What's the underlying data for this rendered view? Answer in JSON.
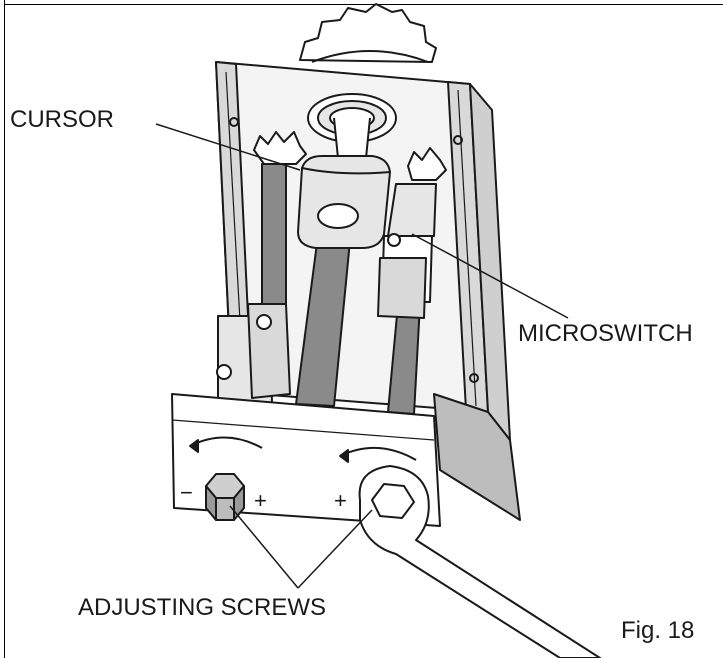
{
  "labels": {
    "cursor": "CURSOR",
    "microswitch": "MICROSWITCH",
    "adjusting_screws": "ADJUSTING SCREWS",
    "figure": "Fig. 18"
  },
  "symbols": {
    "minus": "−",
    "plus": "+"
  },
  "colors": {
    "line": "#1a1a1a",
    "fill_light": "#e6e6e6",
    "fill_mid": "#bdbdbd",
    "fill_dark": "#8a8a8a",
    "background": "#ffffff"
  }
}
